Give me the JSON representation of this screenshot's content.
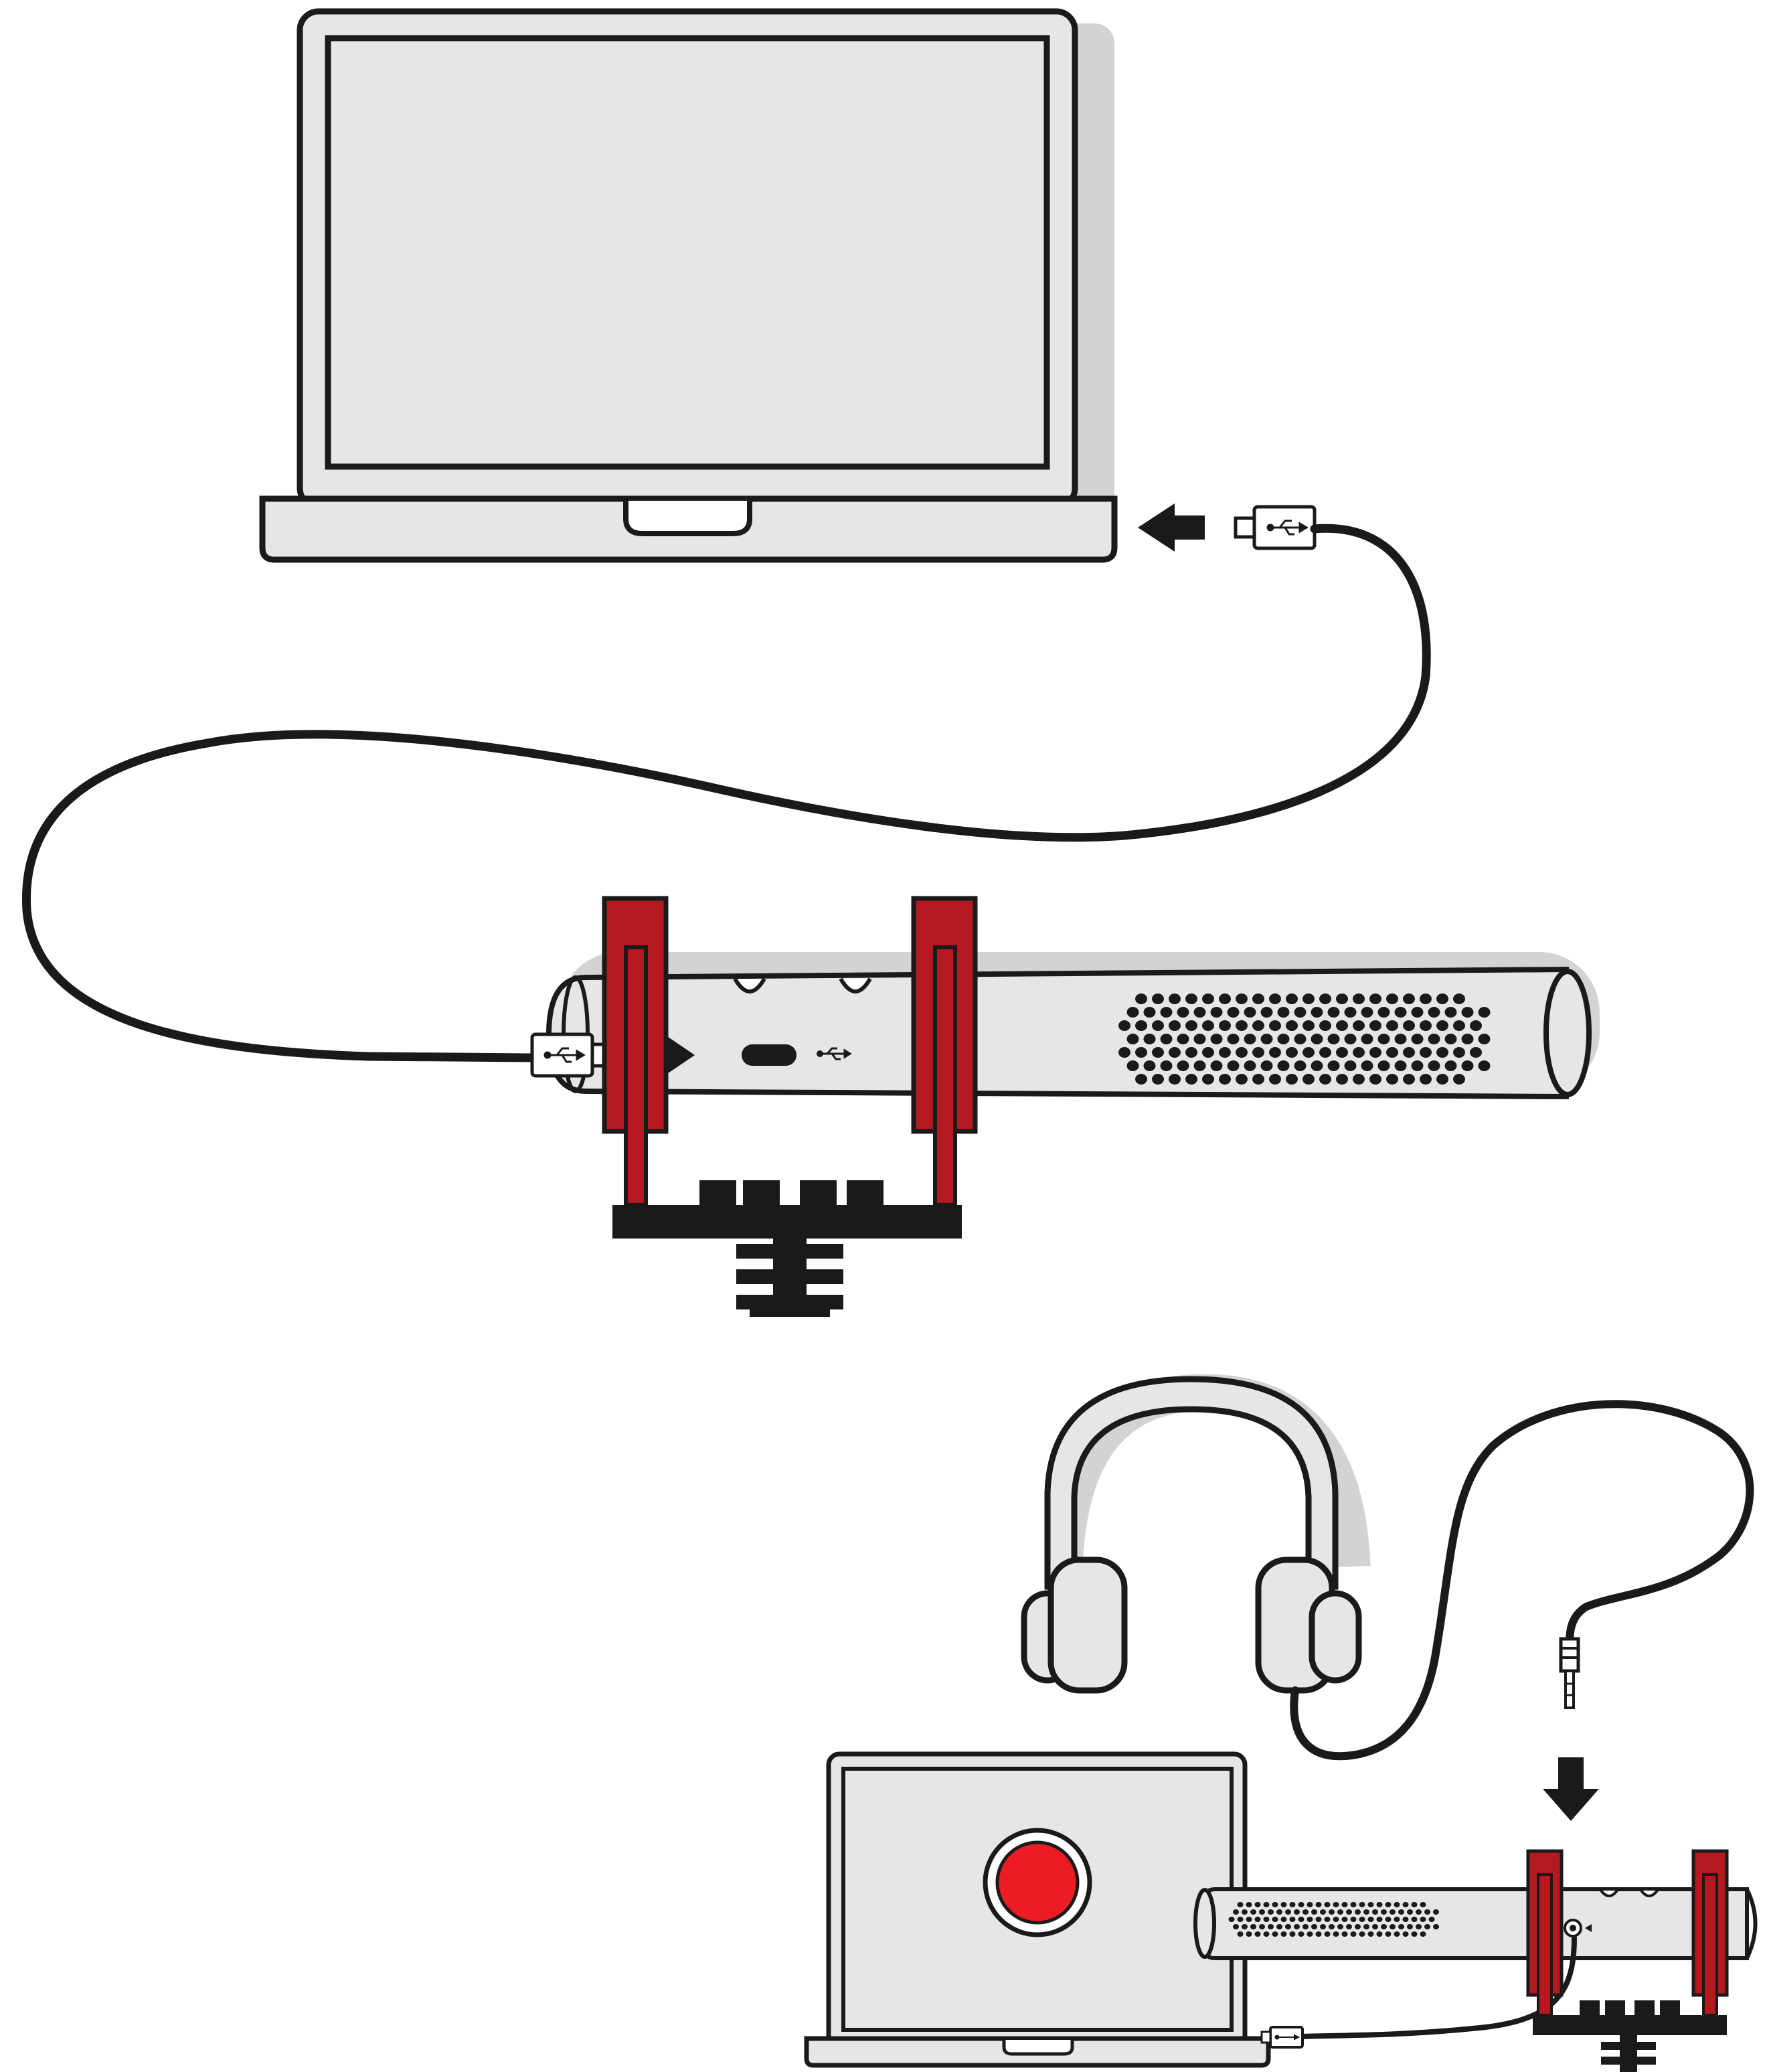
{
  "title": "",
  "colors": {
    "outline": "#1a1a1a",
    "device_fill": "#e6e6e6",
    "shadow": "#d3d3d3",
    "mount_red": "#b3191f",
    "record_red": "#ec1c24",
    "background": "#ffffff"
  },
  "icons": {
    "usb_symbol": "usb-icon",
    "headphone_jack": "headphone-jack-icon",
    "record_button": "record-button-icon"
  },
  "steps": [
    {
      "id": "connect-usb",
      "devices": [
        "laptop",
        "usb-cable",
        "shotgun-microphone"
      ]
    },
    {
      "id": "monitor-headphones",
      "devices": [
        "headphones",
        "laptop",
        "shotgun-microphone"
      ]
    }
  ]
}
